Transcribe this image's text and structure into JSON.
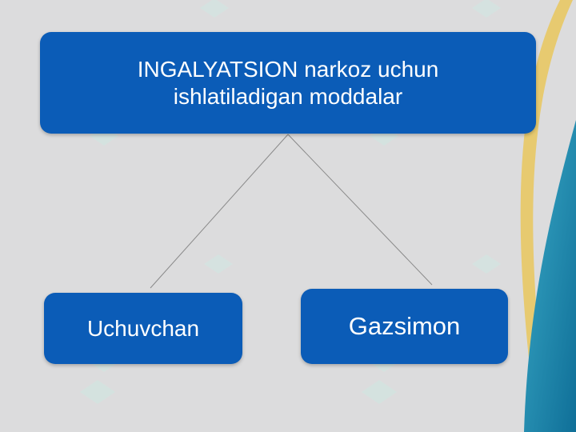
{
  "diagram": {
    "root": {
      "line1": "INGALYATSION narkoz uchun",
      "line2": "ishlatiladigan moddalar"
    },
    "children": [
      {
        "label": "Uchuvchan"
      },
      {
        "label": "Gazsimon"
      }
    ]
  },
  "colors": {
    "background": "#dcdcdd",
    "box_fill": "#0b5cb7",
    "box_text": "#ffffff",
    "accent_gold": "#e8c864",
    "accent_teal": "#1f8fb0",
    "connector": "#8a8a8a"
  }
}
